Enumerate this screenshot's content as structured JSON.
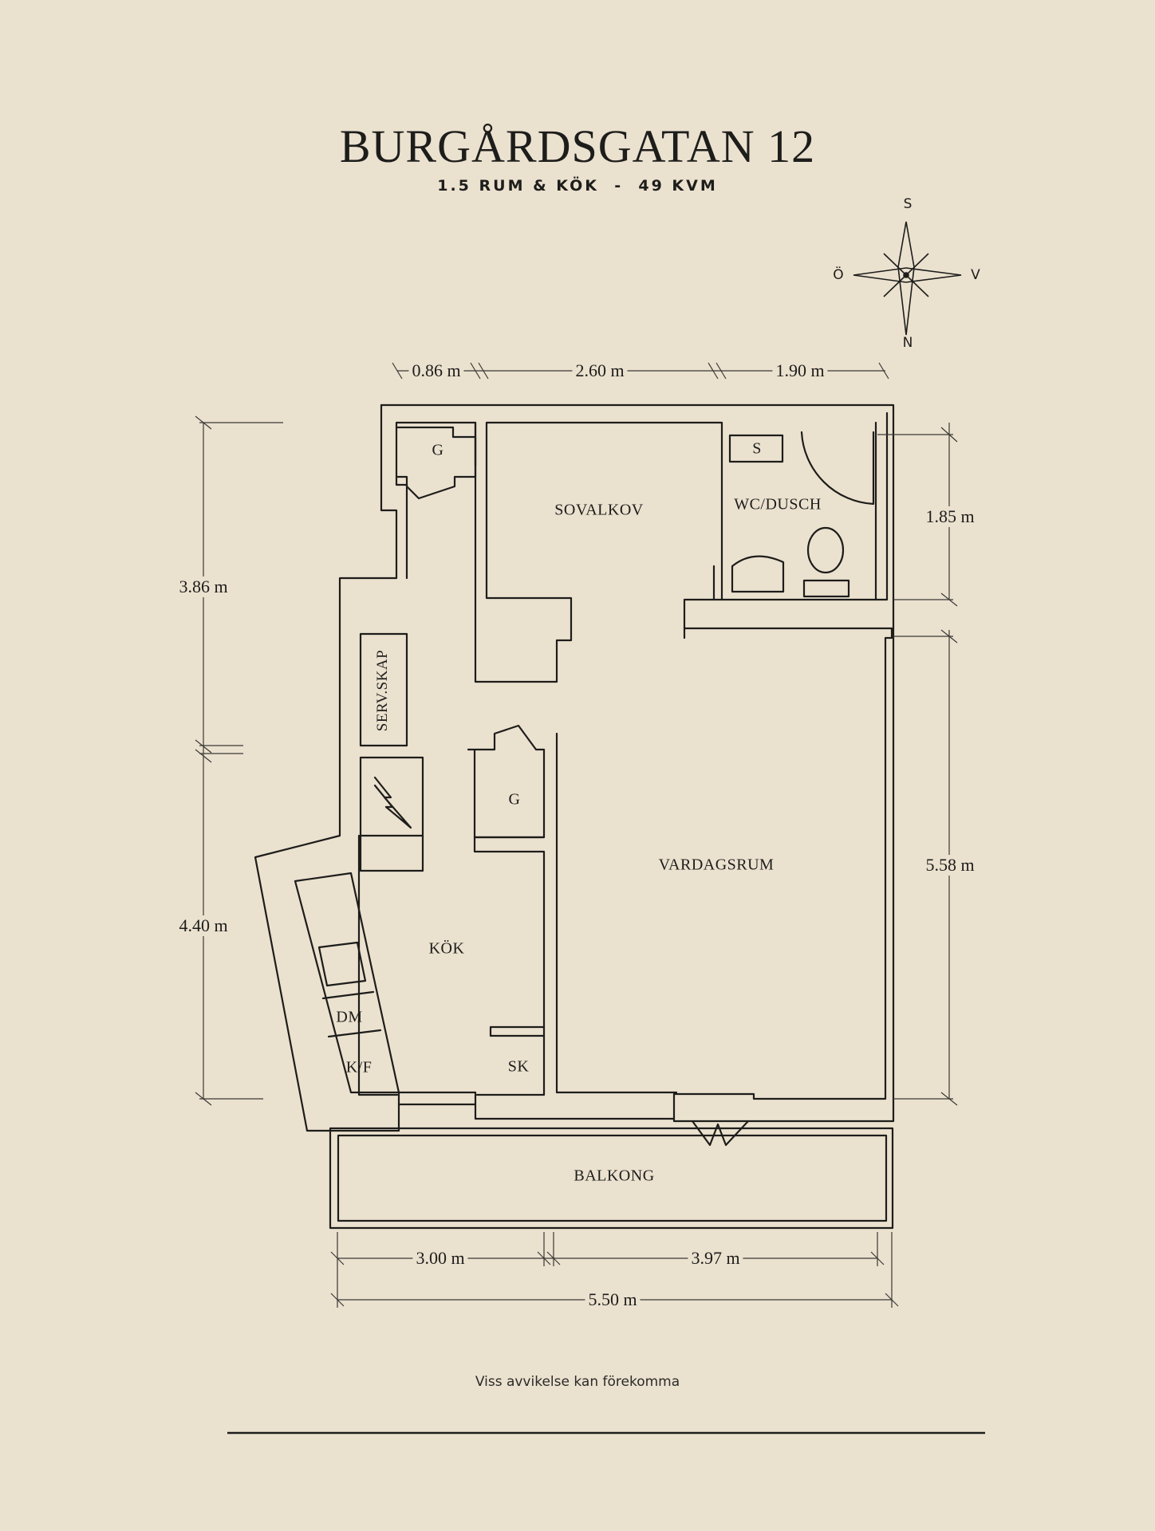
{
  "title": "BURGÅRDSGATAN 12",
  "subtitle": "1.5 RUM & KÖK  -  49 KVM",
  "compass": {
    "south": "S",
    "north": "N",
    "east": "Ö",
    "west": "V"
  },
  "rooms": {
    "sovalkov": "SOVALKOV",
    "wc": "WC/DUSCH",
    "vardagsrum": "VARDAGSRUM",
    "kok": "KÖK",
    "balkong": "BALKONG",
    "serv_skap": "SERV.SKAP"
  },
  "fixtures": {
    "g_top": "G",
    "g_mid": "G",
    "s": "S",
    "dm": "DM",
    "kf": "K/F",
    "sk": "SK"
  },
  "dimensions": {
    "top_left": "0.86 m",
    "top_mid": "2.60 m",
    "top_right": "1.90 m",
    "left_upper": "3.86 m",
    "left_lower": "4.40 m",
    "right_upper": "1.85 m",
    "right_lower": "5.58 m",
    "bottom_left": "3.00 m",
    "bottom_right": "3.97 m",
    "bottom_total": "5.50 m"
  },
  "disclaimer": "Viss avvikelse kan förekomma"
}
